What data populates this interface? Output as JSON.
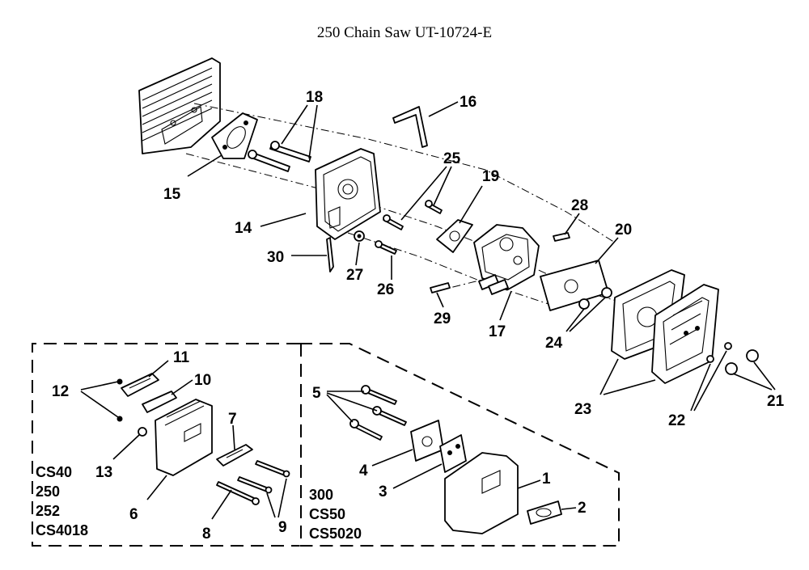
{
  "title": "250 Chain Saw UT-10724-E",
  "part_numbers": [
    "1",
    "2",
    "3",
    "4",
    "5",
    "6",
    "7",
    "8",
    "9",
    "10",
    "11",
    "12",
    "13",
    "14",
    "15",
    "16",
    "17",
    "18",
    "19",
    "20",
    "21",
    "22",
    "23",
    "24",
    "25",
    "26",
    "27",
    "28",
    "29",
    "30"
  ],
  "model_groups": {
    "left": [
      "CS40",
      "250",
      "252",
      "CS4018"
    ],
    "right": [
      "300",
      "CS50",
      "CS5020"
    ]
  }
}
